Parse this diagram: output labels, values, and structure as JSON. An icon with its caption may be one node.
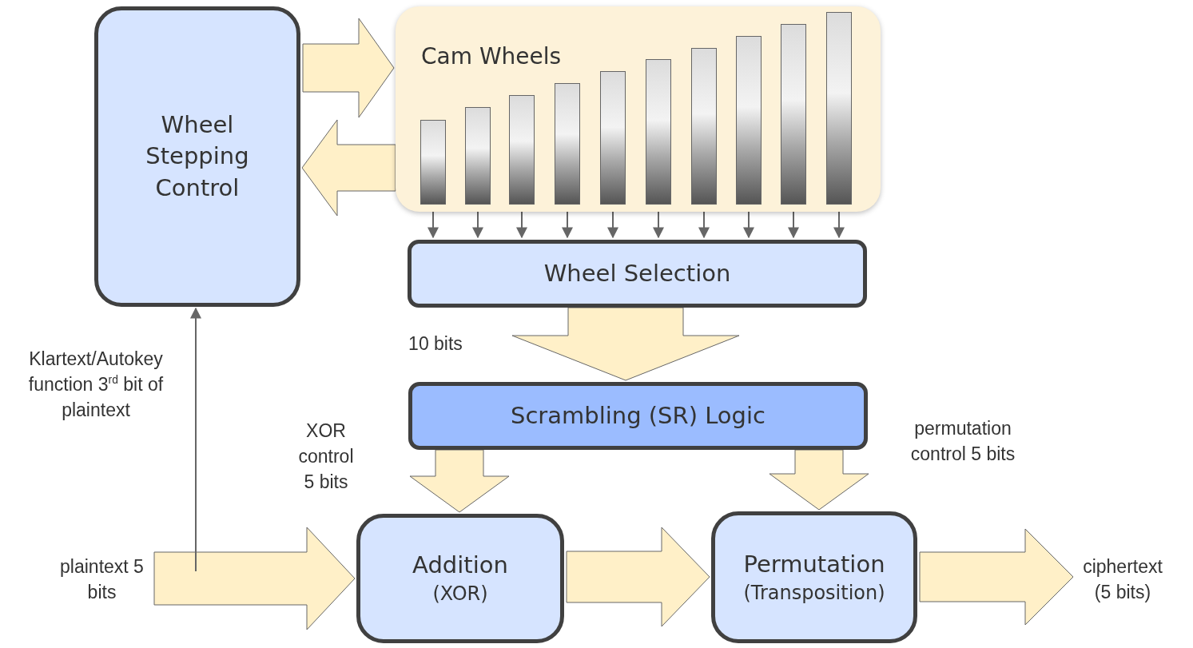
{
  "diagram": {
    "nodes": [
      {
        "text": [
          "Wheel Stepping Control"
        ]
      },
      {
        "text": [
          "Cam Wheels"
        ]
      },
      {
        "text": [],
        "shape": "bar",
        "in": 1
      },
      {
        "text": [],
        "shape": "bar",
        "in": 1
      },
      {
        "text": [],
        "shape": "bar",
        "in": 1
      },
      {
        "text": [],
        "shape": "bar",
        "in": 1
      },
      {
        "text": [],
        "shape": "bar",
        "in": 1
      },
      {
        "text": [],
        "shape": "bar",
        "in": 1
      },
      {
        "text": [],
        "shape": "bar",
        "in": 1
      },
      {
        "text": [],
        "shape": "bar",
        "in": 1
      },
      {
        "text": [],
        "shape": "bar",
        "in": 1
      },
      {
        "text": [],
        "shape": "bar",
        "in": 1
      },
      {
        "text": [
          "Wheel Selection"
        ]
      },
      {
        "text": [
          "Scrambling (SR) Logic"
        ]
      },
      {
        "text": [
          "Addition",
          "(XOR)"
        ]
      },
      {
        "text": [
          "Permutation",
          "(Transposition)"
        ]
      },
      {
        "text": [
          "plaintext 5 bits"
        ]
      },
      {
        "text": [
          "ciphertext (5 bits)"
        ]
      }
    ],
    "edges": [
      {
        "from": 0,
        "to": 1,
        "arrow": "to",
        "style": "thick",
        "color": "#fff0c8"
      },
      {
        "from": 1,
        "to": 0,
        "arrow": "to",
        "style": "thick",
        "color": "#fff0c8"
      },
      {
        "from": 2,
        "to": 12,
        "arrow": "to"
      },
      {
        "from": 3,
        "to": 12,
        "arrow": "to"
      },
      {
        "from": 4,
        "to": 12,
        "arrow": "to"
      },
      {
        "from": 5,
        "to": 12,
        "arrow": "to"
      },
      {
        "from": 6,
        "to": 12,
        "arrow": "to"
      },
      {
        "from": 7,
        "to": 12,
        "arrow": "to"
      },
      {
        "from": 8,
        "to": 12,
        "arrow": "to"
      },
      {
        "from": 9,
        "to": 12,
        "arrow": "to"
      },
      {
        "from": 10,
        "to": 12,
        "arrow": "to"
      },
      {
        "from": 11,
        "to": 12,
        "arrow": "to"
      },
      {
        "from": 12,
        "to": 13,
        "arrow": "to",
        "style": "thick",
        "color": "#fff0c8"
      },
      {
        "from": 13,
        "to": 14,
        "arrow": "to",
        "style": "thick",
        "color": "#fff0c8"
      },
      {
        "from": 13,
        "to": 15,
        "arrow": "to",
        "style": "thick",
        "color": "#fff0c8"
      },
      {
        "from": 16,
        "to": 14,
        "arrow": "to",
        "style": "thick",
        "color": "#fff0c8"
      },
      {
        "from": 14,
        "to": 15,
        "arrow": "to",
        "style": "thick",
        "color": "#fff0c8"
      },
      {
        "from": 15,
        "to": 17,
        "arrow": "to",
        "style": "thick",
        "color": "#fff0c8"
      },
      {
        "from": null,
        "to": 0,
        "arrow": "to"
      }
    ],
    "labels": [
      "10 bits",
      "Klartext/Autokey function 3$^{rd}$ bit of plaintext",
      "XOR control 5 bits",
      "permutation control 5 bits"
    ]
  }
}
